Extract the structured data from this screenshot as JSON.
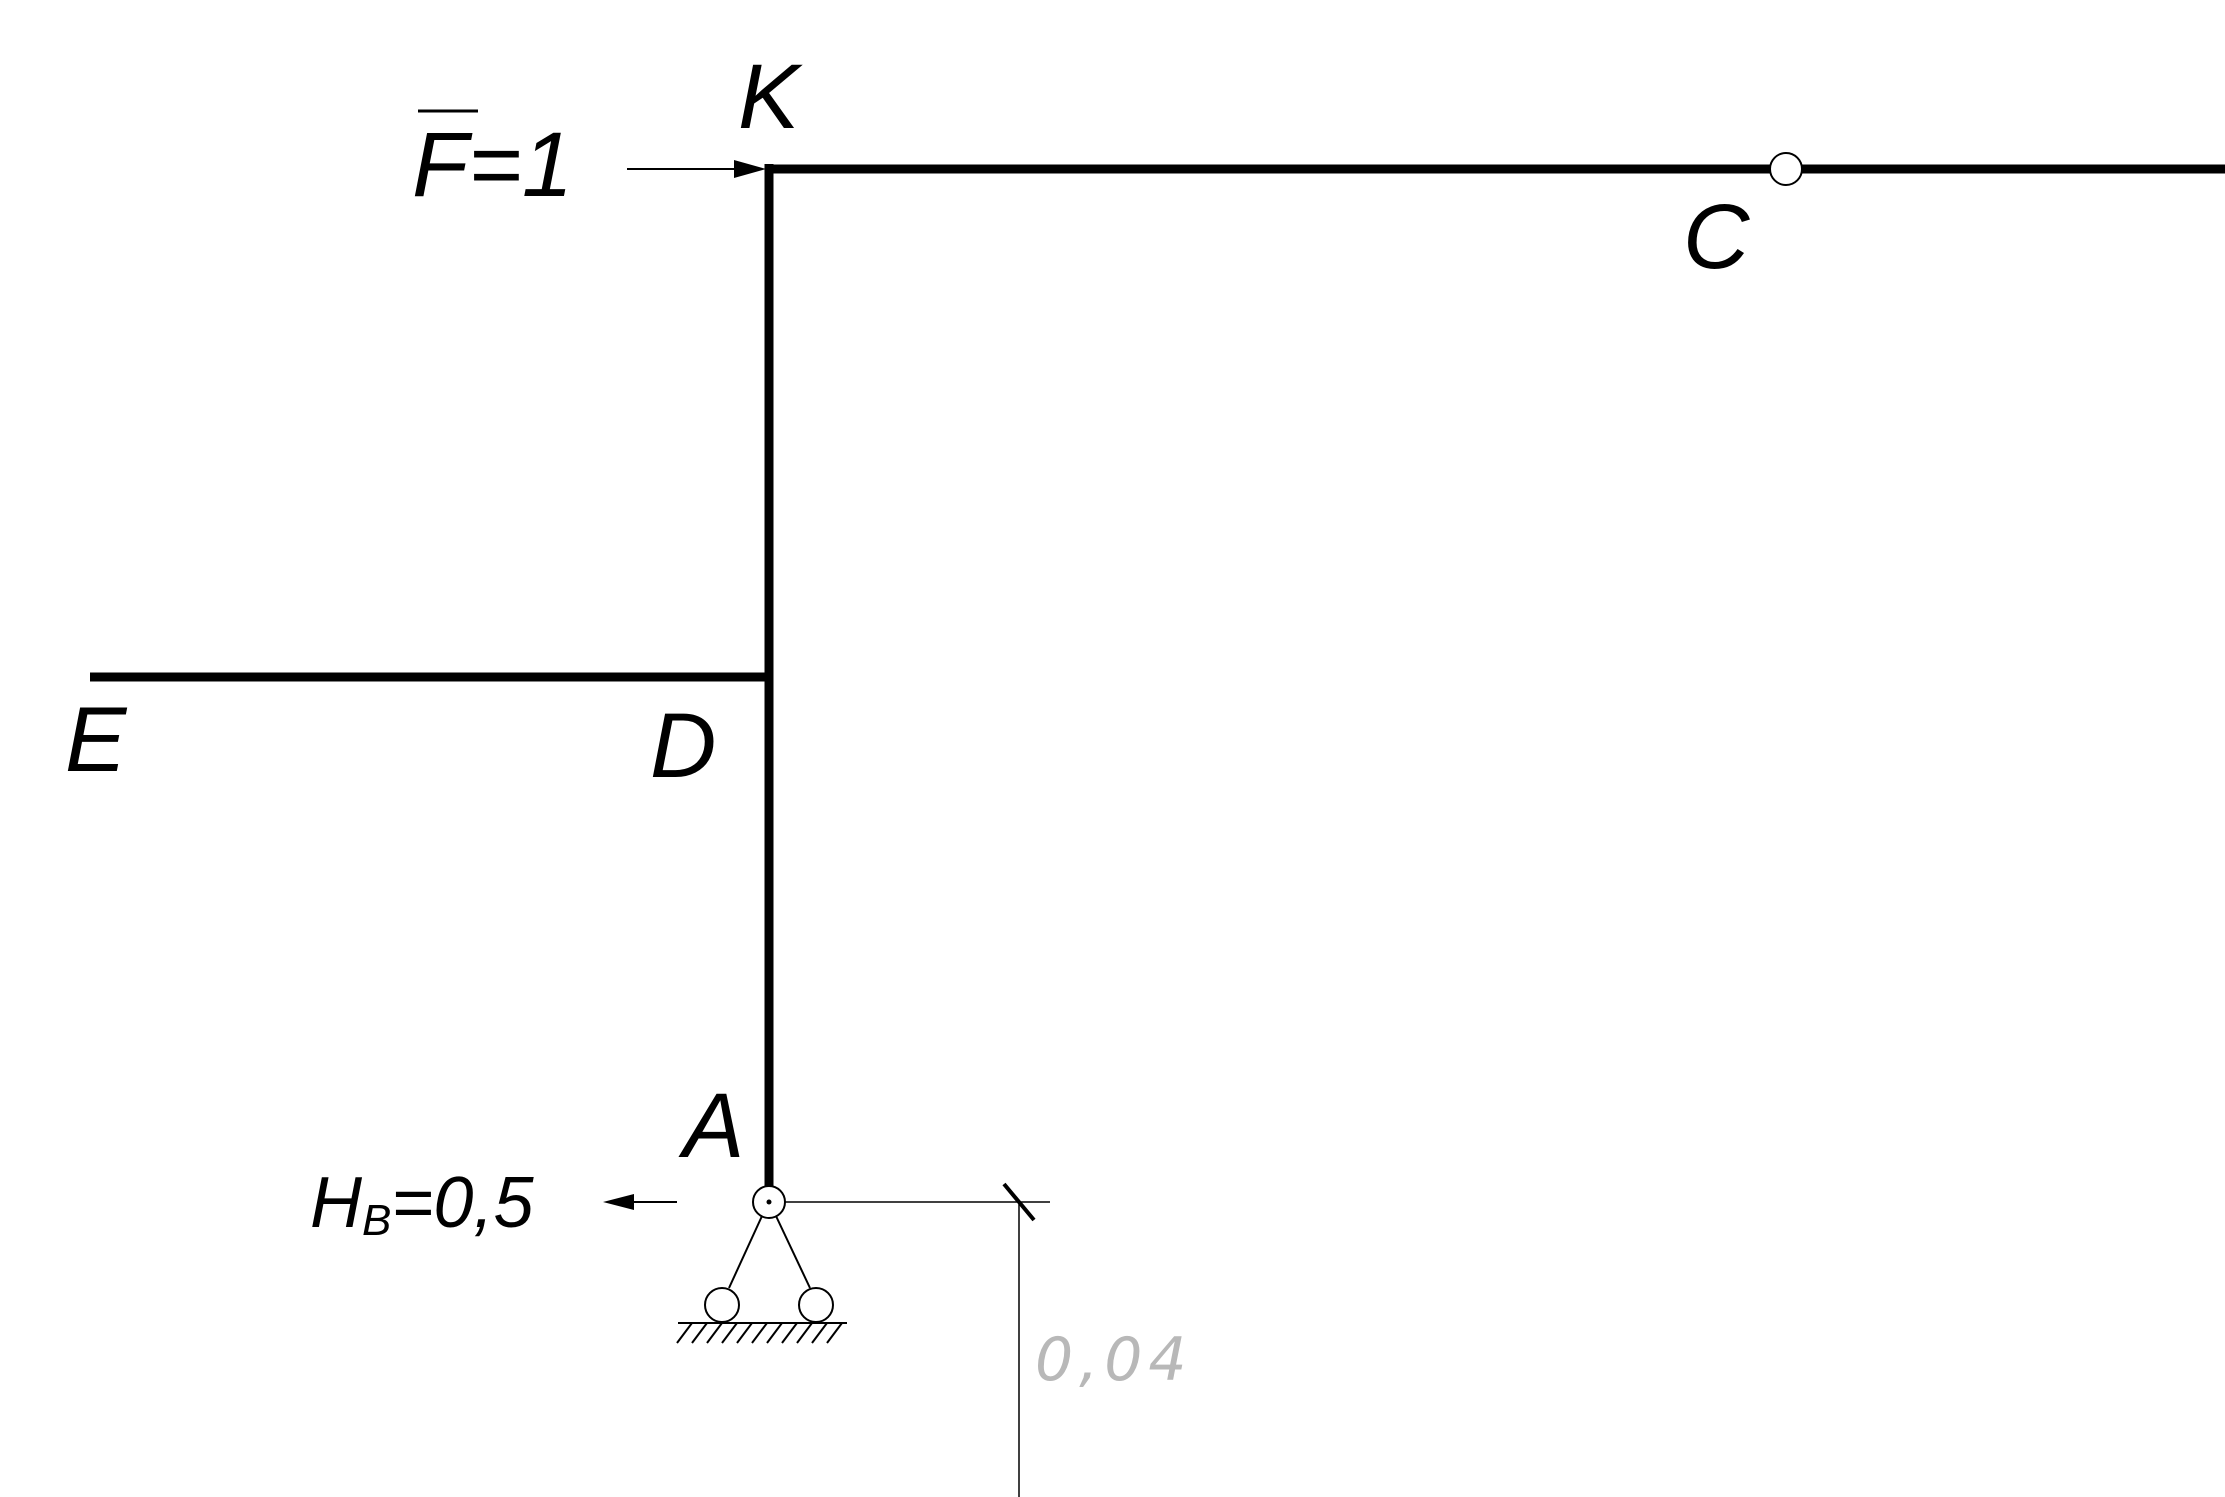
{
  "labels": {
    "k": "K",
    "c": "C",
    "e": "E",
    "d": "D",
    "a": "A"
  },
  "load": {
    "symbol": "F",
    "value_text": "=1"
  },
  "reaction": {
    "symbol": "H",
    "subscript": "B",
    "value_text": "=0,5"
  },
  "dimension": {
    "value": "0,04"
  },
  "colors": {
    "members": "#000000",
    "thin_lines": "#000000",
    "dimension_text": "#b8b8b8"
  }
}
